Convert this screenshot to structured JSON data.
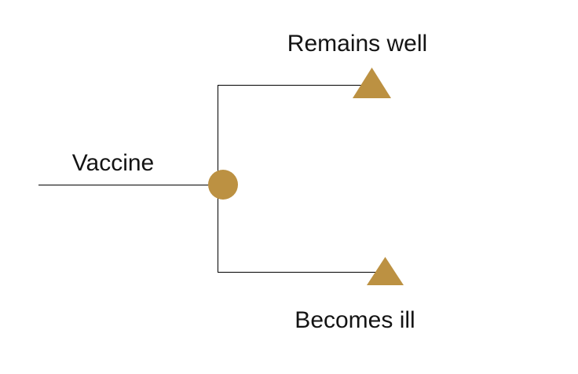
{
  "tree": {
    "type": "decision-tree",
    "root": {
      "label": "Vaccine",
      "node_type": "chance"
    },
    "branches": [
      {
        "label": "Remains well",
        "node_type": "terminal"
      },
      {
        "label": "Becomes ill",
        "node_type": "terminal"
      }
    ],
    "colors": {
      "node_fill": "#BC9142",
      "line": "#000000",
      "text": "#141414",
      "background": "#FFFFFF"
    }
  }
}
